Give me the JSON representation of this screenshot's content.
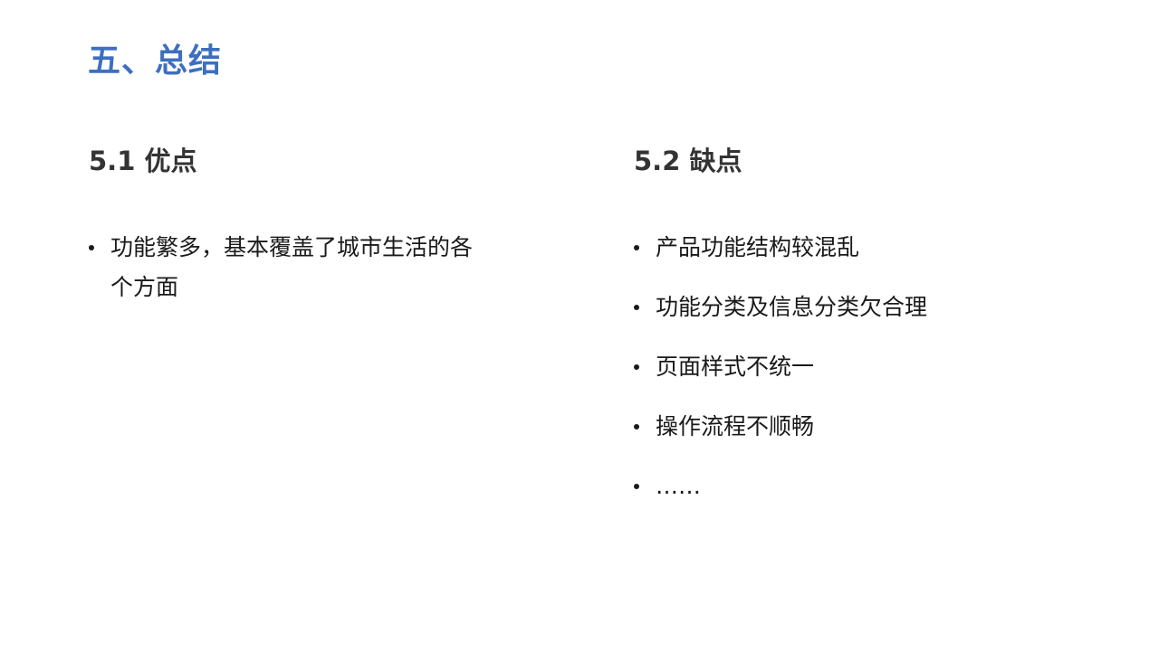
{
  "title": "五、总结",
  "sections": [
    {
      "heading": "5.1 优点",
      "items": [
        "功能繁多，基本覆盖了城市生活的各个方面"
      ]
    },
    {
      "heading": "5.2 缺点",
      "items": [
        "产品功能结构较混乱",
        "功能分类及信息分类欠合理",
        "页面样式不统一",
        "操作流程不顺畅",
        "……"
      ]
    }
  ],
  "colors": {
    "title": "#3d6fc0",
    "heading": "#333333",
    "body": "#1a1a1a"
  }
}
